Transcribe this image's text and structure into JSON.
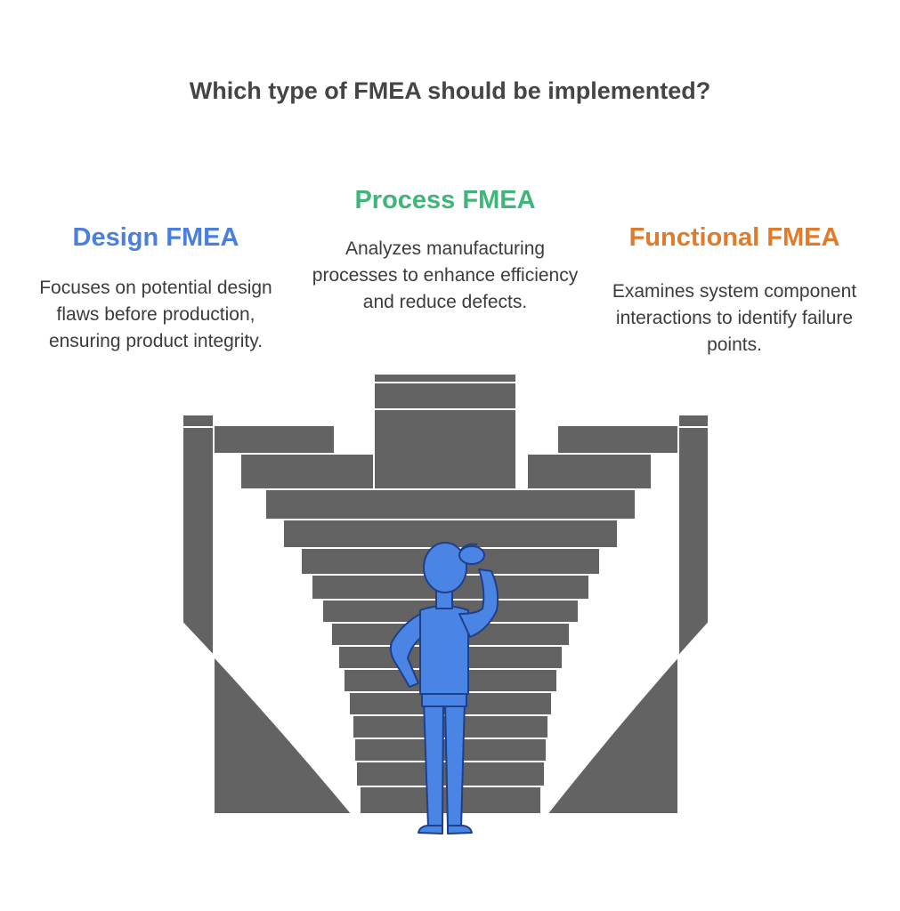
{
  "title": "Which type of FMEA should be implemented?",
  "colors": {
    "design": "#4a7fe0",
    "process": "#3fb57a",
    "functional": "#e07b2c",
    "stairs": "#636363",
    "stair_edge": "#ffffff",
    "person": "#4a85e6",
    "person_outline": "#1f3f86"
  },
  "options": [
    {
      "name": "Design FMEA",
      "description": "Focuses on potential design flaws before production, ensuring product integrity."
    },
    {
      "name": "Process FMEA",
      "description": "Analyzes manufacturing processes to enhance efficiency and reduce defects."
    },
    {
      "name": "Functional FMEA",
      "description": "Examines system component interactions to identify failure points."
    }
  ],
  "icons": {
    "stairs": "three-way-staircase-icon",
    "person": "confused-person-icon"
  }
}
